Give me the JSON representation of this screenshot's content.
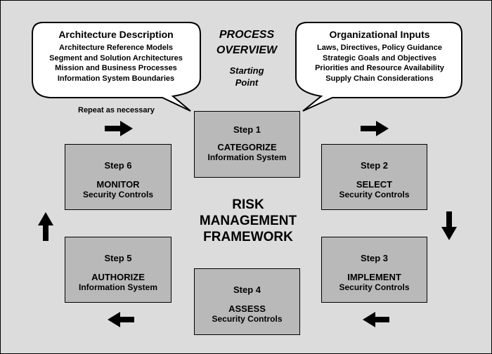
{
  "process_overview": {
    "line1": "PROCESS",
    "line2": "OVERVIEW"
  },
  "starting_point": {
    "line1": "Starting",
    "line2": "Point"
  },
  "architecture_description": {
    "title": "Architecture Description",
    "items": [
      "Architecture Reference Models",
      "Segment and Solution Architectures",
      "Mission and Business Processes",
      "Information System Boundaries"
    ]
  },
  "organizational_inputs": {
    "title": "Organizational Inputs",
    "items": [
      "Laws, Directives, Policy Guidance",
      "Strategic Goals and Objectives",
      "Priorities and Resource Availability",
      "Supply Chain Considerations"
    ]
  },
  "repeat_note": "Repeat as necessary",
  "framework_title": {
    "line1": "RISK",
    "line2": "MANAGEMENT",
    "line3": "FRAMEWORK"
  },
  "steps": [
    {
      "number": "Step 1",
      "name": "CATEGORIZE",
      "desc": "Information System"
    },
    {
      "number": "Step 2",
      "name": "SELECT",
      "desc": "Security Controls"
    },
    {
      "number": "Step 3",
      "name": "IMPLEMENT",
      "desc": "Security Controls"
    },
    {
      "number": "Step 4",
      "name": "ASSESS",
      "desc": "Security Controls"
    },
    {
      "number": "Step 5",
      "name": "AUTHORIZE",
      "desc": "Information System"
    },
    {
      "number": "Step 6",
      "name": "MONITOR",
      "desc": "Security Controls"
    }
  ],
  "colors": {
    "background": "#dcdcdc",
    "step_fill": "#b9b9b9",
    "bubble_fill": "#ffffff",
    "ink": "#000000"
  }
}
